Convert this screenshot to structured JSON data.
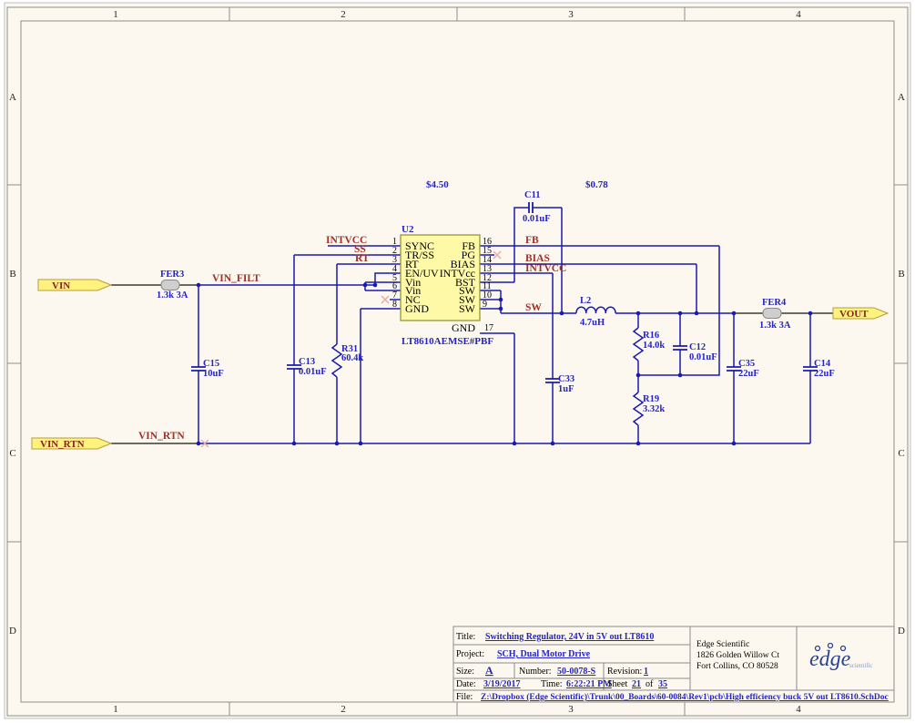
{
  "zones": {
    "cols": [
      "1",
      "2",
      "3",
      "4"
    ],
    "rows": [
      "A",
      "B",
      "C",
      "D"
    ]
  },
  "prices": {
    "u2": "$4.50",
    "l2": "$0.78"
  },
  "ports": {
    "vin": "VIN",
    "vin_rtn": "VIN_RTN",
    "vout": "VOUT"
  },
  "nets": {
    "vin_filt": "VIN_FILT",
    "vin_rtn": "VIN_RTN",
    "fb": "FB",
    "bias": "BIAS",
    "intvcc": "INTVCC",
    "sw": "SW",
    "ss": "SS",
    "rt": "RT"
  },
  "ic": {
    "designator": "U2",
    "part": "LT8610AEMSE#PBF",
    "pins_left": [
      {
        "num": "1",
        "name": "SYNC"
      },
      {
        "num": "2",
        "name": "TR/SS"
      },
      {
        "num": "3",
        "name": "RT"
      },
      {
        "num": "4",
        "name": "EN/UV"
      },
      {
        "num": "5",
        "name": "Vin"
      },
      {
        "num": "6",
        "name": "Vin"
      },
      {
        "num": "7",
        "name": "NC"
      },
      {
        "num": "8",
        "name": "GND"
      }
    ],
    "pins_right": [
      {
        "num": "16",
        "name": "FB"
      },
      {
        "num": "15",
        "name": "PG"
      },
      {
        "num": "14",
        "name": "BIAS"
      },
      {
        "num": "13",
        "name": "INTVcc"
      },
      {
        "num": "12",
        "name": "BST"
      },
      {
        "num": "11",
        "name": "SW"
      },
      {
        "num": "10",
        "name": "SW"
      },
      {
        "num": "9",
        "name": "SW"
      }
    ],
    "pin_bottom": {
      "num": "17",
      "name": "GND"
    }
  },
  "components": {
    "fer3": {
      "ref": "FER3",
      "value": "1.3k 3A"
    },
    "c15": {
      "ref": "C15",
      "value": "10uF"
    },
    "c13": {
      "ref": "C13",
      "value": "0.01uF"
    },
    "r31": {
      "ref": "R31",
      "value": "60.4k"
    },
    "c11": {
      "ref": "C11",
      "value": "0.01uF"
    },
    "c33": {
      "ref": "C33",
      "value": "1uF"
    },
    "l2": {
      "ref": "L2",
      "value": "4.7uH"
    },
    "r16": {
      "ref": "R16",
      "value": "14.0k"
    },
    "c12": {
      "ref": "C12",
      "value": "0.01uF"
    },
    "r19": {
      "ref": "R19",
      "value": "3.32k"
    },
    "c35": {
      "ref": "C35",
      "value": "22uF"
    },
    "c14": {
      "ref": "C14",
      "value": "22uF"
    },
    "fer4": {
      "ref": "FER4",
      "value": "1.3k 3A"
    }
  },
  "title_block": {
    "title_label": "Title:",
    "title": "Switching Regulator, 24V in 5V out LT8610",
    "project_label": "Project:",
    "project": "SCH, Dual Motor Drive",
    "size_label": "Size:",
    "size": "A",
    "number_label": "Number:",
    "number": "50-0078-S",
    "revision_label": "Revision:",
    "revision": "1",
    "date_label": "Date:",
    "date": "3/19/2017",
    "time_label": "Time:",
    "time": "6:22:21 PM",
    "sheet_label": "Sheet",
    "sheet_number": "21",
    "of_label": "of",
    "sheet_total": "35",
    "file_label": "File:",
    "file": "Z:\\Dropbox (Edge Scientific)\\Trunk\\00_Boards\\60-0084\\Rev1\\pcb\\High efficiency buck 5V out LT8610.SchDoc",
    "company": {
      "name": "Edge Scientific",
      "address1": "1826 Golden Willow Ct",
      "address2": "Fort Collins, CO 80528"
    },
    "logo": {
      "word1": "edge",
      "word2": "scientific"
    }
  },
  "colors": {
    "wire": "#1A1AAE",
    "net_label": "#A03028",
    "designator": "#2424C8",
    "port_fill": "#FFF27D",
    "ic_fill": "#FDF9A6",
    "sheet_bg": "#FCF8EF"
  }
}
